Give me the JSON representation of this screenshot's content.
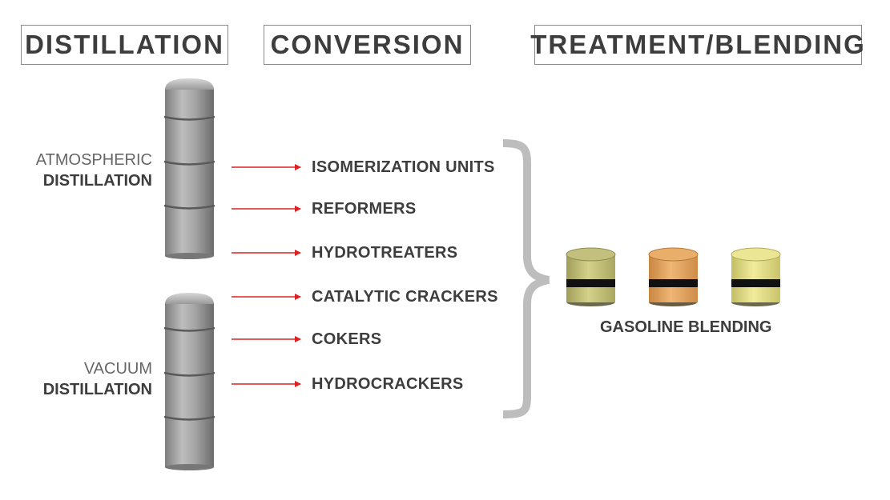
{
  "headers": {
    "distillation": "DISTILLATION",
    "conversion": "CONVERSION",
    "treatment": "TREATMENT/BLENDING"
  },
  "columns": {
    "atmospheric": {
      "line1": "ATMOSPHERIC",
      "line2": "DISTILLATION"
    },
    "vacuum": {
      "line1": "VACUUM",
      "line2": "DISTILLATION"
    }
  },
  "processes": [
    "ISOMERIZATION UNITS",
    "REFORMERS",
    "HYDROTREATERS",
    "CATALYTIC CRACKERS",
    "COKERS",
    "HYDROCRACKERS"
  ],
  "blending": {
    "label": "GASOLINE BLENDING",
    "tank_colors": [
      "#c9c77a",
      "#e4a860",
      "#e5e08c"
    ]
  },
  "colors": {
    "arrow": "#e02020",
    "brace": "#bdbdbd",
    "column": "#a9a9a9",
    "text": "#3d3d3d"
  }
}
